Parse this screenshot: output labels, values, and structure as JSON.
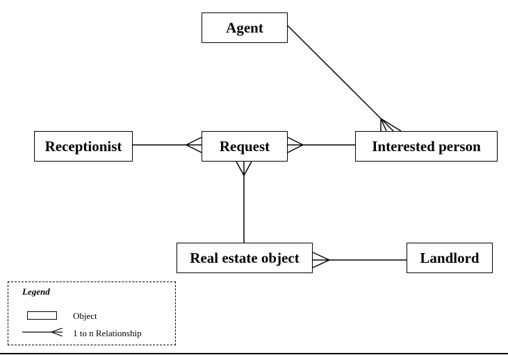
{
  "diagram": {
    "entities": {
      "agent": "Agent",
      "receptionist": "Receptionist",
      "request": "Request",
      "interested_person": "Interested person",
      "real_estate_object": "Real estate object",
      "landlord": "Landlord"
    },
    "relationships": [
      {
        "from": "Agent",
        "to": "Interested person",
        "cardinality": "1 to n"
      },
      {
        "from": "Receptionist",
        "to": "Request",
        "cardinality": "1 to n"
      },
      {
        "from": "Interested person",
        "to": "Request",
        "cardinality": "1 to n"
      },
      {
        "from": "Real estate object",
        "to": "Request",
        "cardinality": "1 to n"
      },
      {
        "from": "Landlord",
        "to": "Real estate object",
        "cardinality": "1 to n"
      }
    ]
  },
  "legend": {
    "title": "Legend",
    "object_label": "Object",
    "relationship_label": "1 to n Relationship"
  },
  "colors": {
    "line": "#000000",
    "background": "#ffffff"
  }
}
